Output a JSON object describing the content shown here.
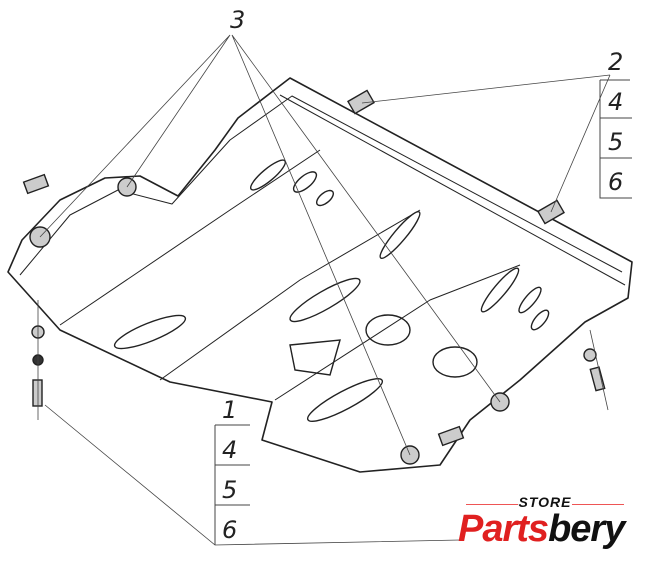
{
  "callouts": {
    "top_left": "3",
    "top_right": [
      "2",
      "4",
      "5",
      "6"
    ],
    "bottom_left": [
      "1",
      "4",
      "5",
      "6"
    ]
  },
  "logo": {
    "store": "STORE",
    "brand_part1": "Parts",
    "brand_part2": "bery",
    "brand_color": "#e02020"
  }
}
